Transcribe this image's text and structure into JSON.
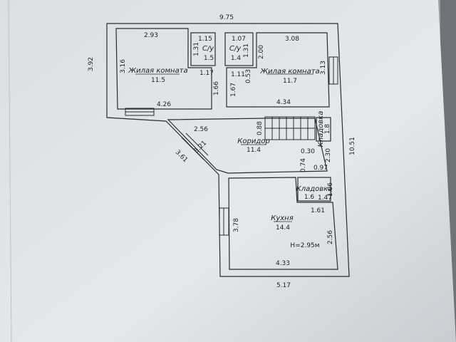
{
  "plan": {
    "overall_width": "9.75",
    "overall_depth": "10.51",
    "left_side": "3.92",
    "bottom_width": "5.17",
    "rooms": {
      "living_left": {
        "name": "Жилая комната",
        "area": "11.5",
        "top": "2.93",
        "left": "3.16",
        "bottom": "4.26",
        "right": "1.66",
        "inner": "1.17"
      },
      "bath_left": {
        "name": "С/у",
        "area": "1.5",
        "top": "1.15",
        "side": "1.31"
      },
      "bath_right": {
        "name": "С/у",
        "area": "1.4",
        "top": "1.07",
        "side": "1.31",
        "below": "1.11",
        "below_side": "0.53"
      },
      "living_right": {
        "name": "Жилая комната",
        "area": "11.7",
        "top": "3.08",
        "left": "2.00",
        "right": "3.13",
        "bottom": "4.34",
        "inner": "1.67"
      },
      "corridor": {
        "name": "Коридор",
        "area": "11.4",
        "top": "2.56",
        "diag1": "3.21",
        "diag2": "3.61",
        "step": "0.88",
        "d1": "0.30",
        "d2": "0.74",
        "d3": "0.97",
        "d4": "2.30"
      },
      "closet_upper": {
        "name": "Кладовка",
        "area": "1.8"
      },
      "closet_lower": {
        "name": "Кладовка",
        "area": "1.6",
        "w": "1.47",
        "h": "1.06"
      },
      "kitchen": {
        "name": "Кухня",
        "area": "14.4",
        "top": "1.61",
        "left": "3.78",
        "right": "2.56",
        "bottom": "4.33",
        "height_note": "H=2.95м"
      }
    }
  }
}
